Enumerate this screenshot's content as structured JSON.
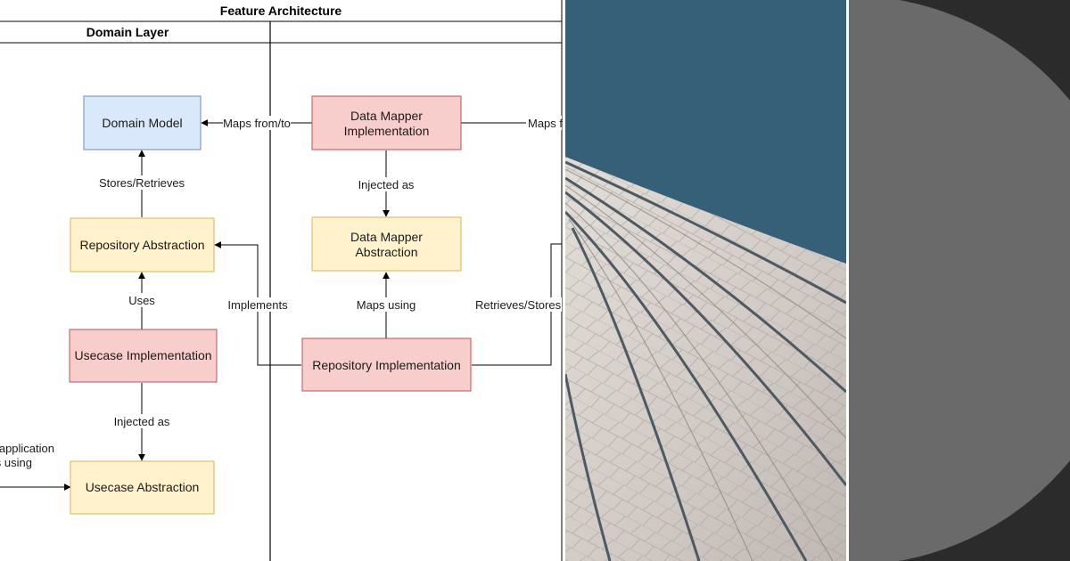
{
  "diagram": {
    "title": "Feature Architecture",
    "lanes": {
      "domain": "Domain Layer",
      "data": ""
    },
    "nodes": {
      "domain_model": "Domain Model",
      "repo_abstraction": "Repository Abstraction",
      "usecase_impl": "Usecase Implementation",
      "usecase_abstraction": "Usecase Abstraction",
      "mapper_impl": [
        "Data Mapper",
        "Implementation"
      ],
      "mapper_abstraction": [
        "Data Mapper",
        "Abstraction"
      ],
      "repo_impl": "Repository Implementation"
    },
    "edges": {
      "maps_from_to": "Maps from/to",
      "maps_f": "Maps f",
      "stores_retrieves": "Stores/Retrieves",
      "uses": "Uses",
      "injected_as_left": "Injected as",
      "injected_as_right": "Injected as",
      "implements": "Implements",
      "maps_using": "Maps using",
      "retrieves_stores": "Retrieves/Stores",
      "application": [
        "application",
        "s using"
      ]
    },
    "colors": {
      "blue_fill": "#dae8fc",
      "blue_stroke": "#6c8ebf",
      "yellow_fill": "#fff2cc",
      "yellow_stroke": "#d6b656",
      "red_fill": "#f8cecc",
      "red_stroke": "#b85450"
    }
  },
  "photo": {
    "sky_color": "#365f78",
    "stone_color": "#d4cdc7"
  },
  "dark_panel": {
    "background": "#2b2b2b",
    "circle_color": "#6a6a6a"
  }
}
